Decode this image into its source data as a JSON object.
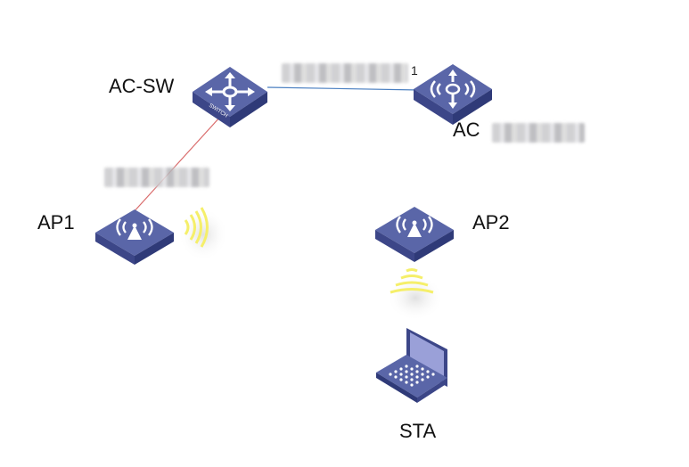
{
  "nodes": {
    "ac_sw": {
      "label": "AC-SW",
      "device_type": "switch",
      "badge": "SWITCH"
    },
    "ac": {
      "label": "AC",
      "device_type": "access-controller",
      "address": "[redacted]"
    },
    "ap1": {
      "label": "AP1",
      "device_type": "access-point"
    },
    "ap2": {
      "label": "AP2",
      "device_type": "access-point"
    },
    "sta": {
      "label": "STA",
      "device_type": "laptop"
    }
  },
  "links": [
    {
      "from": "AC-SW",
      "to": "AC",
      "color": "#4a7fc1",
      "label": "[redacted]"
    },
    {
      "from": "AC-SW",
      "to": "AP1",
      "color": "#d96a6a",
      "label": "[redacted]"
    }
  ],
  "link_annotation": "1",
  "colors": {
    "device_top": "#5a66a8",
    "device_side": "#3c4688",
    "device_glyph": "#ffffff",
    "wifi_waves": "#f5ef6a",
    "laptop_screen": "#9aa0d8"
  }
}
